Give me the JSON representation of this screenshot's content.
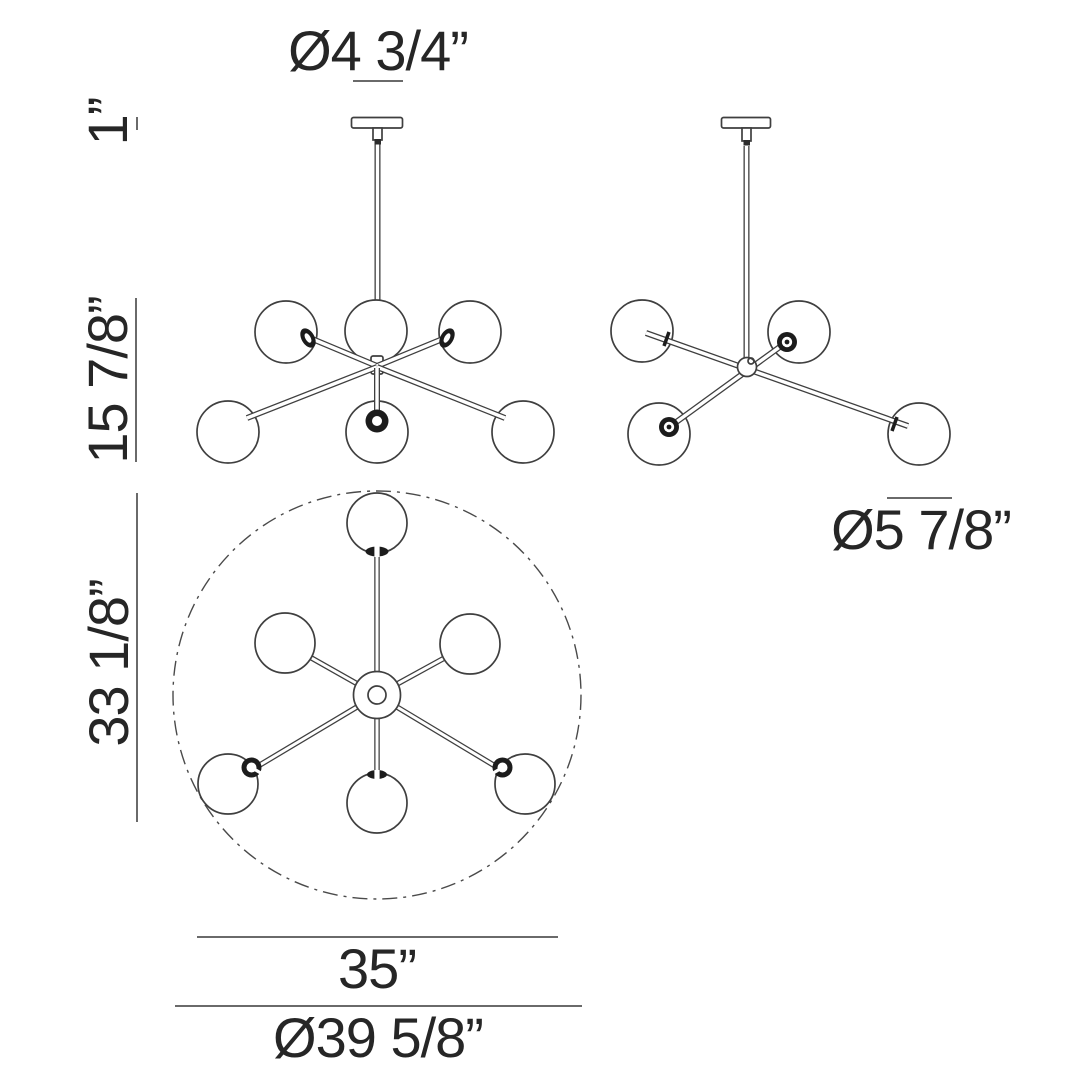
{
  "page": {
    "background": "#ffffff",
    "description": "Technical dimension drawing of a six-globe sputnik chandelier, three orthographic views"
  },
  "colors": {
    "drawing_line": "#3f3f3f",
    "dimension_line": "#6a6a6a",
    "text": "#262626",
    "socket_fill": "#1c1c1c"
  },
  "dimensions": {
    "canopy_diameter": "Ø4 3/4”",
    "canopy_height": "1”",
    "body_height": "15 7/8”",
    "overall_height": "33 1/8”",
    "globe_diameter": "Ø5 7/8”",
    "body_width": "35”",
    "overall_diameter": "Ø39 5/8”"
  },
  "views": {
    "front": {
      "name": "front elevation",
      "globe_count": 6
    },
    "side": {
      "name": "side elevation",
      "globe_count": 4
    },
    "plan": {
      "name": "top plan",
      "globe_count": 6
    }
  }
}
